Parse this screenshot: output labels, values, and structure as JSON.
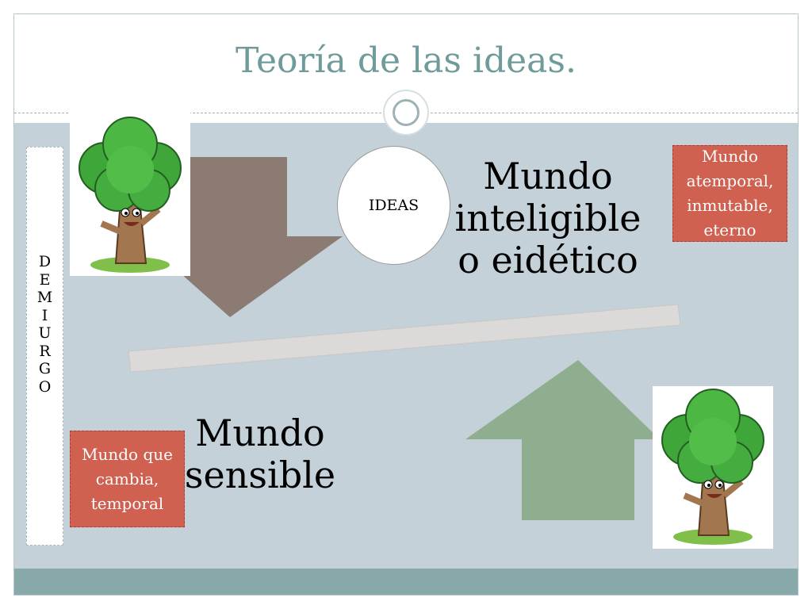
{
  "slide": {
    "title": "Teoría de las ideas.",
    "demiurgo_letters": "D\nE\nM\nI\nU\nR\nG\nO",
    "ideas_label": "IDEAS",
    "mundo_inteligible": "Mundo inteligible o eidético",
    "mundo_sensible": "Mundo sensible",
    "atemporal_note": "Mundo atemporal, inmutable, eterno",
    "temporal_note": "Mundo que cambia, temporal"
  },
  "icons": {
    "top_tree": "cartoon-tree-icon",
    "bottom_tree": "cartoon-tree-icon",
    "ornament": "ring-ornament-icon"
  },
  "colors": {
    "title": "#6f9b9b",
    "content_bg": "#c4d1d8",
    "footer_bar": "#87a9aa",
    "down_arrow": "#8b7b73",
    "up_arrow": "#8fad8f",
    "balance_bar": "#d9d9d9",
    "note_box": "#d06050"
  }
}
